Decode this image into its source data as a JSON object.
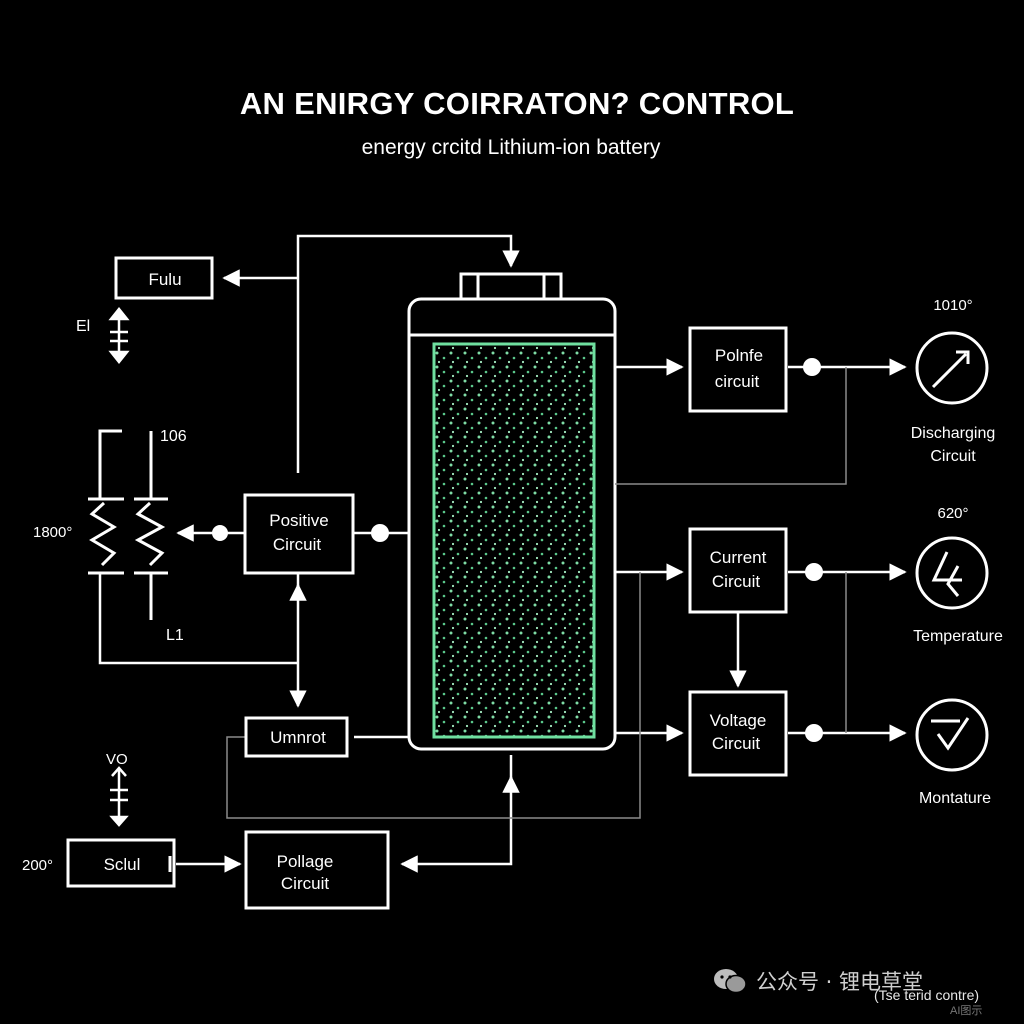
{
  "title": "AN ENIRGY COIRRATON? CONTROL",
  "subtitle": "energy crcitd Lithium-ion battery",
  "left": {
    "top_box": "Fulu",
    "top_label": "El",
    "pos_circuit": [
      "Positive",
      "Circuit"
    ],
    "res_label_top": "106",
    "res_label_left": "1800°",
    "res_label_bottom": "L1",
    "umnrot": "Umnrot",
    "vo_label": "VO",
    "sclul_box": "Sclul",
    "sclul_value": "200°",
    "pollage": [
      "Pollage",
      "Circuit"
    ]
  },
  "right": {
    "polnfe": [
      "Polnfe",
      "circuit"
    ],
    "current": [
      "Current",
      "Circuit"
    ],
    "voltage": [
      "Voltage",
      "Circuit"
    ],
    "gauge1_value": "1010°",
    "gauge1_label": [
      "Discharging",
      "Circuit"
    ],
    "gauge2_value": "620°",
    "gauge2_label": "Temperature",
    "gauge3_label": "Montature"
  },
  "watermark": "公众号 · 锂电草堂",
  "footer": "(Tse terid contre)",
  "footer_sub": "AI图示"
}
